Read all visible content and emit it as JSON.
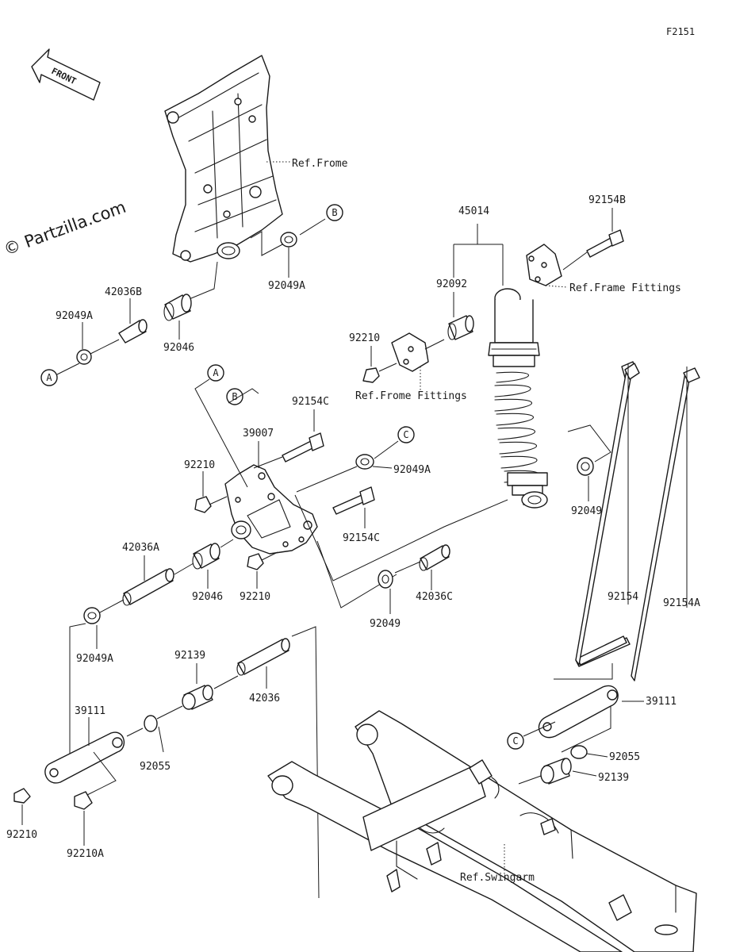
{
  "diagram_code": "F2151",
  "watermark": "© Partzilla.com",
  "front_arrow_label": "FRONT",
  "callouts": {
    "a": "A",
    "b": "B",
    "c": "C"
  },
  "labels": {
    "ref_frame": "Ref.Frome",
    "ref_frame_fittings_1": "Ref.Frame Fittings",
    "ref_frame_fittings_2": "Ref.Frome Fittings",
    "ref_swingarm": "Ref.Swingarm",
    "p92154B": "92154B",
    "p45014": "45014",
    "p92092": "92092",
    "p92210_top": "92210",
    "p92049A_top": "92049A",
    "p42036B": "42036B",
    "p92049A_left": "92049A",
    "p92046_top": "92046",
    "p92154C_top": "92154C",
    "p39007": "39007",
    "p92210_mid": "92210",
    "p92049A_mid": "92049A",
    "p92154C_mid": "92154C",
    "p92049_right": "92049",
    "p42036A": "42036A",
    "p92046_mid": "92046",
    "p92210_low": "92210",
    "p92049_low": "92049",
    "p42036C": "42036C",
    "p92049A_low": "92049A",
    "p92139_left": "92139",
    "p42036": "42036",
    "p39111_left": "39111",
    "p92055_left": "92055",
    "p92210_bottom": "92210",
    "p92210A": "92210A",
    "p92154": "92154",
    "p92154A": "92154A",
    "p39111_right": "39111",
    "p92055_right": "92055",
    "p92139_right": "92139"
  }
}
